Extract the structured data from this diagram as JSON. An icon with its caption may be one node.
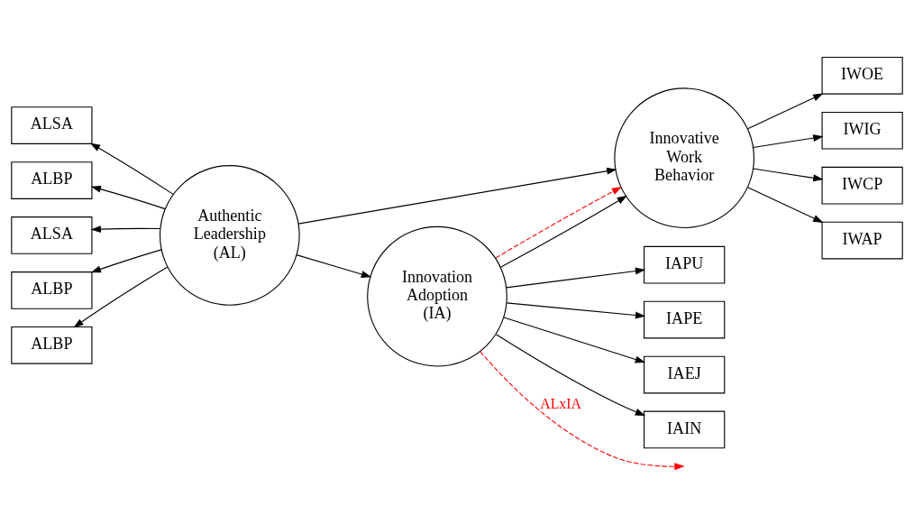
{
  "diagram": {
    "nodes": [
      {
        "text": [
          "ALSA"
        ]
      },
      {
        "text": [
          "ALBP"
        ]
      },
      {
        "text": [
          "ALSA"
        ]
      },
      {
        "text": [
          "ALBP"
        ]
      },
      {
        "text": [
          "ALBP"
        ]
      },
      {
        "text": [
          "Authentic Leadership (AL)"
        ]
      },
      {
        "text": [
          "Innovation Adoption (IA)"
        ]
      },
      {
        "text": [
          "Innovative Work Behavior"
        ]
      },
      {
        "text": [
          "IAPU"
        ]
      },
      {
        "text": [
          "IAPE"
        ]
      },
      {
        "text": [
          "IAEJ"
        ]
      },
      {
        "text": [
          "IAIN"
        ]
      },
      {
        "text": [
          "IWOE"
        ]
      },
      {
        "text": [
          "IWIG"
        ]
      },
      {
        "text": [
          "IWCP"
        ]
      },
      {
        "text": [
          "IWAP"
        ]
      }
    ],
    "edges": [
      {
        "from": 5,
        "to": 0,
        "arrow": "to"
      },
      {
        "from": 5,
        "to": 1,
        "arrow": "to"
      },
      {
        "from": 5,
        "to": 2,
        "arrow": "to"
      },
      {
        "from": 5,
        "to": 3,
        "arrow": "to"
      },
      {
        "from": 5,
        "to": 4,
        "arrow": "to"
      },
      {
        "from": 5,
        "to": 6,
        "arrow": "to"
      },
      {
        "from": 5,
        "to": 7,
        "arrow": "to"
      },
      {
        "from": 6,
        "to": 7,
        "arrow": "to"
      },
      {
        "from": 6,
        "to": null,
        "arrow": "to",
        "label": "ALxIA",
        "style": "dashed",
        "color": "#ff0000"
      },
      {
        "from": 6,
        "to": 7,
        "arrow": "to",
        "style": "dashed",
        "color": "#ff0000"
      },
      {
        "from": 6,
        "to": 8,
        "arrow": "to"
      },
      {
        "from": 6,
        "to": 9,
        "arrow": "to"
      },
      {
        "from": 6,
        "to": 10,
        "arrow": "to"
      },
      {
        "from": 6,
        "to": 11,
        "arrow": "to"
      },
      {
        "from": 7,
        "to": 12,
        "arrow": "to"
      },
      {
        "from": 7,
        "to": 13,
        "arrow": "to"
      },
      {
        "from": 7,
        "to": 14,
        "arrow": "to"
      },
      {
        "from": 7,
        "to": 15,
        "arrow": "to"
      }
    ]
  }
}
